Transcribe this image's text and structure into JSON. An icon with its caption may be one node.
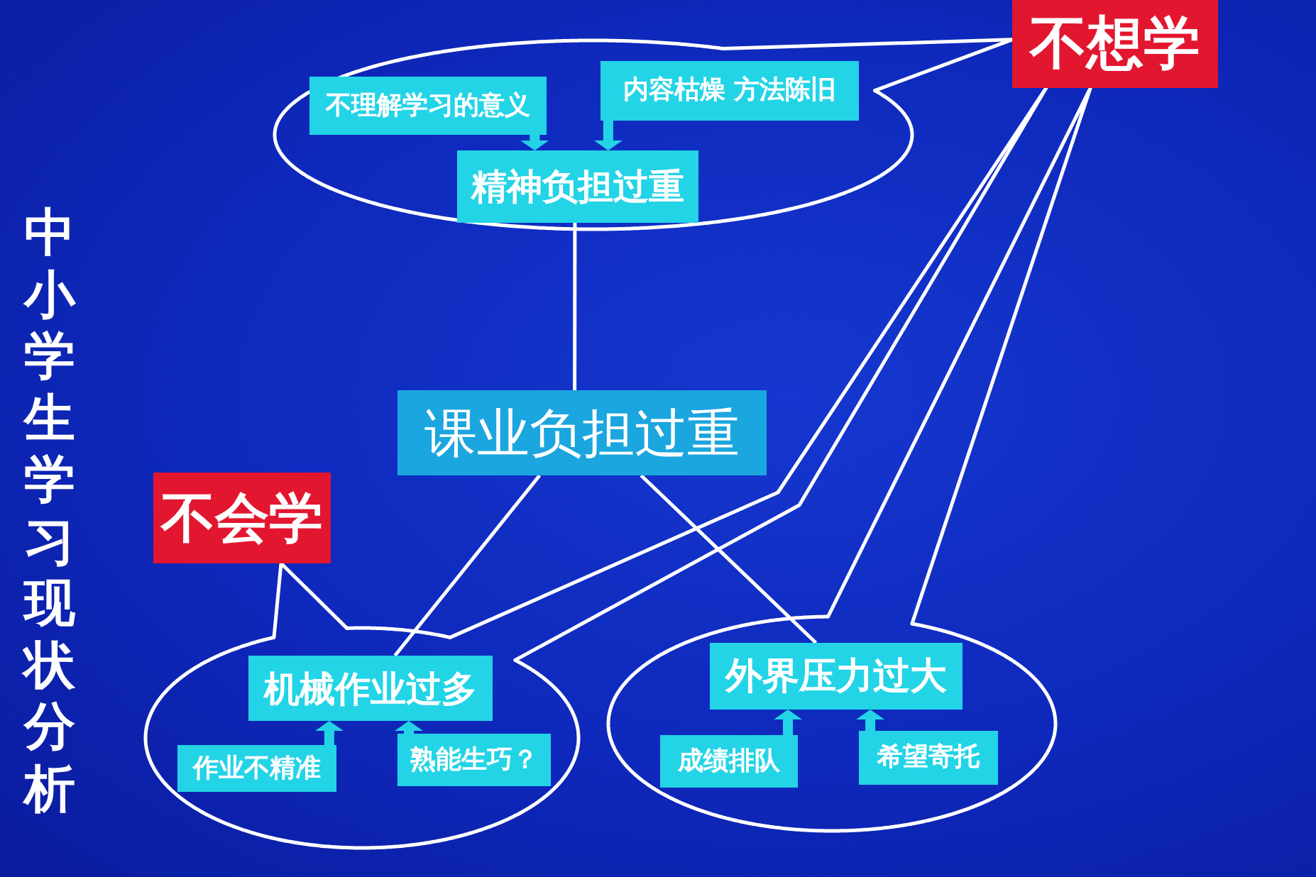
{
  "diagram": {
    "title": "中小学生学习现状分析",
    "nodes": [
      {
        "text": [],
        "shape": "ellipse"
      },
      {
        "text": [
          "不理解学习的意义"
        ],
        "in": 0
      },
      {
        "text": [
          "内容枯燥 方法陈旧"
        ],
        "in": 0
      },
      {
        "text": [
          "精神负担过重"
        ],
        "in": 0
      },
      {
        "text": [
          "不想学"
        ]
      },
      {
        "text": [
          "课业负担过重"
        ]
      },
      {
        "text": [
          "不会学"
        ]
      },
      {
        "text": [],
        "shape": "ellipse"
      },
      {
        "text": [
          "机械作业过多"
        ],
        "in": 7
      },
      {
        "text": [
          "作业不精准"
        ],
        "in": 7
      },
      {
        "text": [
          "熟能生巧？"
        ],
        "in": 7
      },
      {
        "text": [],
        "shape": "ellipse"
      },
      {
        "text": [
          "外界压力过大"
        ],
        "in": 11
      },
      {
        "text": [
          "成绩排队"
        ],
        "in": 11
      },
      {
        "text": [
          "希望寄托"
        ],
        "in": 11
      }
    ],
    "edges": [
      {
        "from": 1,
        "to": 3,
        "arrow": "to",
        "style": "thick",
        "color": "#22d4e6"
      },
      {
        "from": 2,
        "to": 3,
        "arrow": "to",
        "style": "thick",
        "color": "#22d4e6"
      },
      {
        "from": 3,
        "to": 5,
        "arrow": "none"
      },
      {
        "from": 0,
        "to": 4,
        "arrow": "none"
      },
      {
        "from": 5,
        "to": 8,
        "arrow": "none"
      },
      {
        "from": 5,
        "to": 12,
        "arrow": "none"
      },
      {
        "from": 7,
        "to": 6,
        "arrow": "none"
      },
      {
        "from": 7,
        "to": 4,
        "arrow": "none"
      },
      {
        "from": 11,
        "to": 4,
        "arrow": "none"
      },
      {
        "from": 9,
        "to": 8,
        "arrow": "to",
        "style": "thick",
        "color": "#22d4e6"
      },
      {
        "from": 10,
        "to": 8,
        "arrow": "to",
        "style": "thick",
        "color": "#22d4e6"
      },
      {
        "from": 13,
        "to": 12,
        "arrow": "to",
        "style": "thick",
        "color": "#22d4e6"
      },
      {
        "from": 14,
        "to": 12,
        "arrow": "to",
        "style": "thick",
        "color": "#22d4e6"
      }
    ]
  }
}
